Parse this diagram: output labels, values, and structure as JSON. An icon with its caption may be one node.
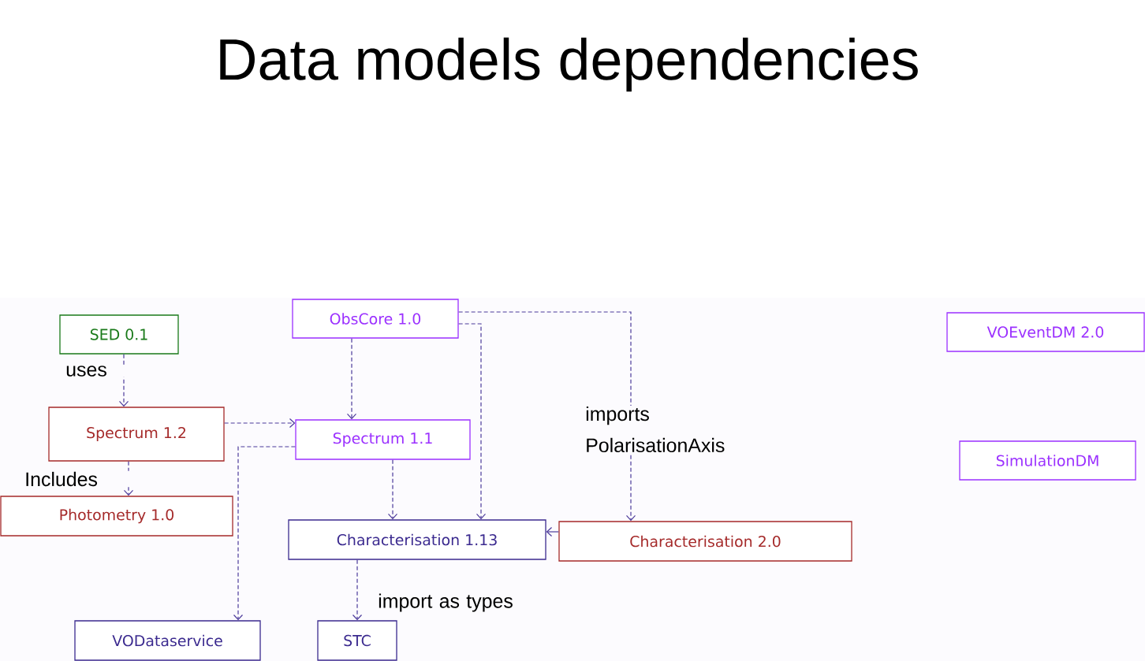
{
  "diagram": {
    "title": "Data models dependencies",
    "nodes": [
      {
        "text": [
          "SED 0.1"
        ]
      },
      {
        "text": [
          "ObsCore 1.0"
        ]
      },
      {
        "text": [
          "VOEventDM 2.0"
        ]
      },
      {
        "text": [
          "Spectrum 1.2"
        ]
      },
      {
        "text": [
          "Spectrum 1.1"
        ]
      },
      {
        "text": [
          "SimulationDM"
        ]
      },
      {
        "text": [
          "Photometry 1.0"
        ]
      },
      {
        "text": [
          "Characterisation 1.13"
        ]
      },
      {
        "text": [
          "Characterisation 2.0"
        ]
      },
      {
        "text": [
          "VODataservice"
        ]
      },
      {
        "text": [
          "STC"
        ]
      }
    ],
    "edges": [
      {
        "from": 0,
        "to": 3,
        "arrow": "to",
        "label": "uses",
        "style": "dashed"
      },
      {
        "from": 3,
        "to": 6,
        "arrow": "to",
        "label": "Includes",
        "style": "dashed"
      },
      {
        "from": 3,
        "to": 4,
        "arrow": "to",
        "style": "dashed"
      },
      {
        "from": 1,
        "to": 4,
        "arrow": "to",
        "style": "dashed"
      },
      {
        "from": 1,
        "to": 7,
        "arrow": "to",
        "style": "dashed"
      },
      {
        "from": 1,
        "to": 8,
        "arrow": "to",
        "label": "imports PolarisationAxis",
        "style": "dashed"
      },
      {
        "from": 4,
        "to": 7,
        "arrow": "to",
        "style": "dashed"
      },
      {
        "from": 8,
        "to": 7,
        "arrow": "to"
      },
      {
        "from": 4,
        "to": 9,
        "arrow": "to",
        "style": "dashed"
      },
      {
        "from": 7,
        "to": 10,
        "arrow": "to",
        "label": "import as types",
        "style": "dashed"
      }
    ]
  }
}
